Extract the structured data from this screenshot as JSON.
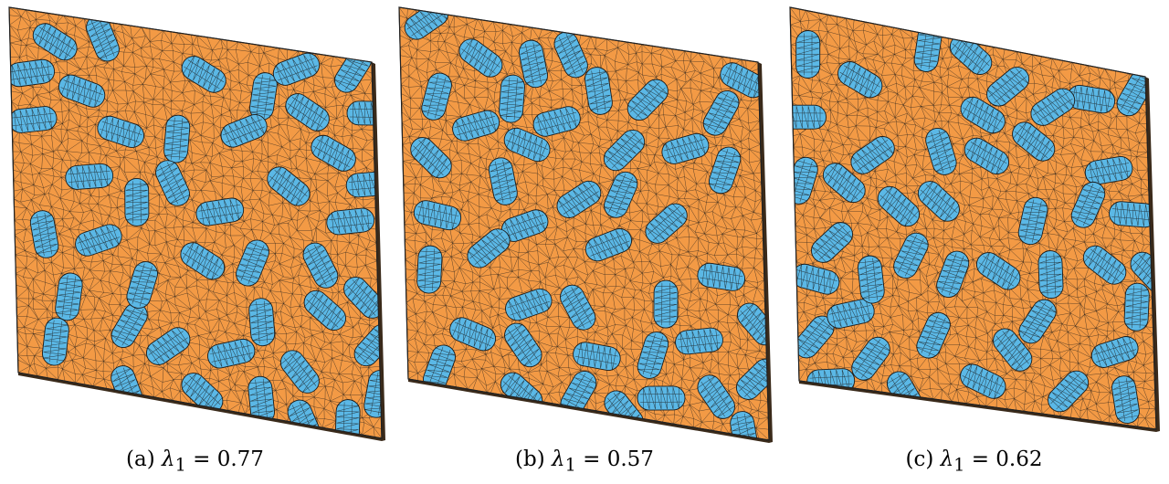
{
  "colors": {
    "matrix": "#f39a45",
    "inclusion": "#5bb8e6",
    "mesh_line": "#1a1a1a",
    "edge_dark": "#3a2a1a"
  },
  "panels": [
    {
      "letter": "(a)",
      "symbol": "λ",
      "subscript": "1",
      "equals": " = ",
      "value": "0.77"
    },
    {
      "letter": "(b)",
      "symbol": "λ",
      "subscript": "1",
      "equals": " = ",
      "value": "0.57"
    },
    {
      "letter": "(c)",
      "symbol": "λ",
      "subscript": "1",
      "equals": " = ",
      "value": "0.62"
    }
  ]
}
